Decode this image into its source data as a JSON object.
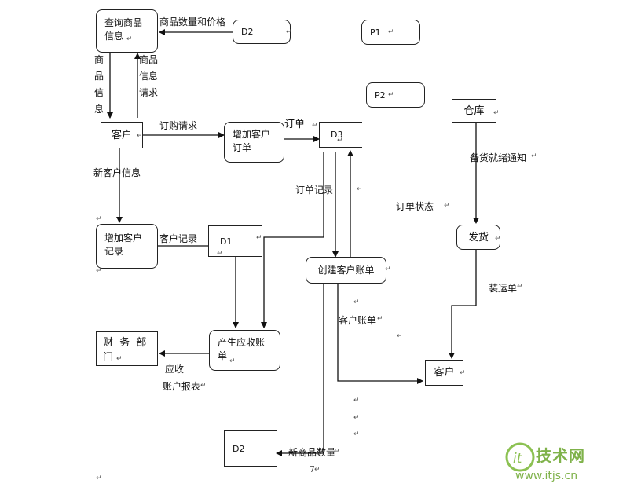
{
  "nodes": {
    "query_goods": "查询商品信息",
    "customer_top": "客户",
    "add_customer_order": "增加客户订单",
    "add_customer_record": "增加客户记录",
    "create_customer_bill": "创建客户账单",
    "produce_receivable": "产生应收账单",
    "finance_dept": "财 务 部 门",
    "warehouse": "仓库",
    "shipping": "发货",
    "customer_bottom": "客户"
  },
  "stores": {
    "d2_top": "D2",
    "p1": "P1",
    "p2": "P2",
    "d3": "D3",
    "d1": "D1",
    "d2_bottom": "D2"
  },
  "flows": {
    "goods_qty_price": "商品数量和价格",
    "goods_info": "商品信息",
    "goods_info_request": "商品信息请求",
    "order_request": "订购请求",
    "order": "订单",
    "order_record": "订单记录",
    "order_status": "订单状态",
    "new_customer_info": "新客户信息",
    "customer_record": "客户记录",
    "stock_ready_notice": "备货就绪通知",
    "shipping_note": "装运单",
    "customer_bill": "客户账单",
    "receivable_report_1": "应收",
    "receivable_report_2": "账户报表",
    "new_goods_qty": "新商品数量",
    "page_number": "7"
  },
  "watermark": {
    "brand": "技术网",
    "url": "www.itjs.cn",
    "color": "#7fb24a"
  }
}
